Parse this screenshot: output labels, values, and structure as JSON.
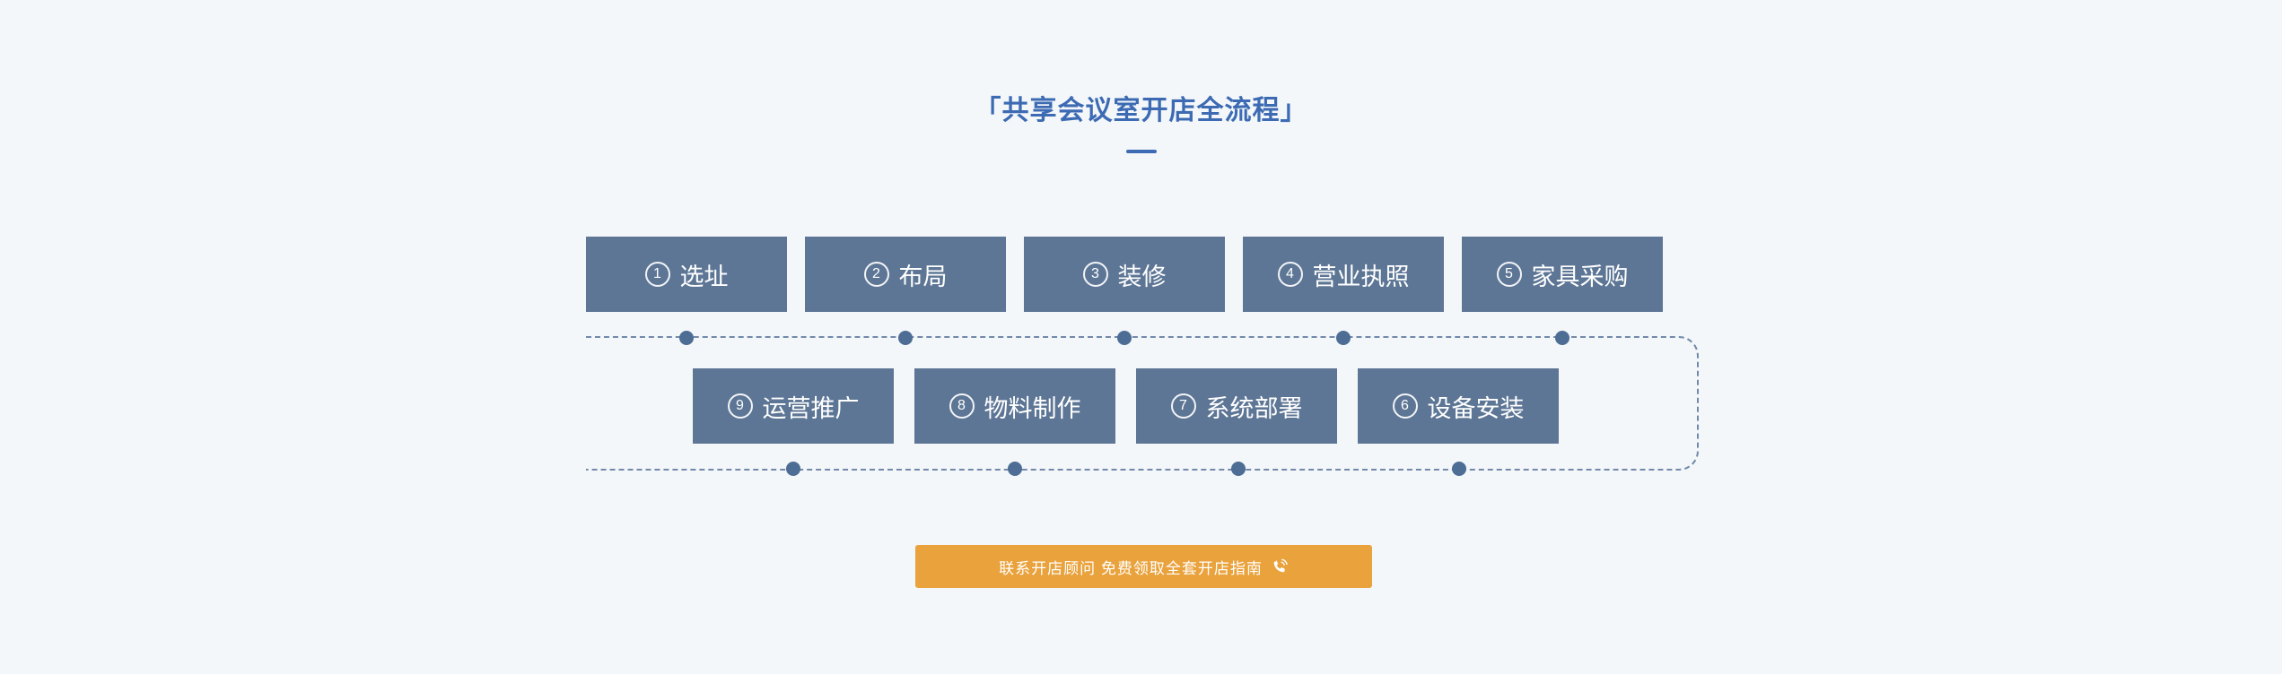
{
  "page": {
    "background_color": "#f4f7fa"
  },
  "header": {
    "title": "「共享会议室开店全流程」",
    "accent_color": "#3d6bb3"
  },
  "flow": {
    "box_color": "#5d7695",
    "text_color": "#ffffff",
    "dash_color": "#7289a9",
    "dot_color": "#4d6d95",
    "row1": [
      {
        "num": "1",
        "label": "选址"
      },
      {
        "num": "2",
        "label": "布局"
      },
      {
        "num": "3",
        "label": "装修"
      },
      {
        "num": "4",
        "label": "营业执照"
      },
      {
        "num": "5",
        "label": "家具采购"
      }
    ],
    "row2": [
      {
        "num": "9",
        "label": "运营推广"
      },
      {
        "num": "8",
        "label": "物料制作"
      },
      {
        "num": "7",
        "label": "系统部署"
      },
      {
        "num": "6",
        "label": "设备安装"
      }
    ]
  },
  "cta": {
    "label": "联系开店顾问 免费领取全套开店指南",
    "icon": "phone-volume-icon",
    "background": "#e9a23c"
  }
}
